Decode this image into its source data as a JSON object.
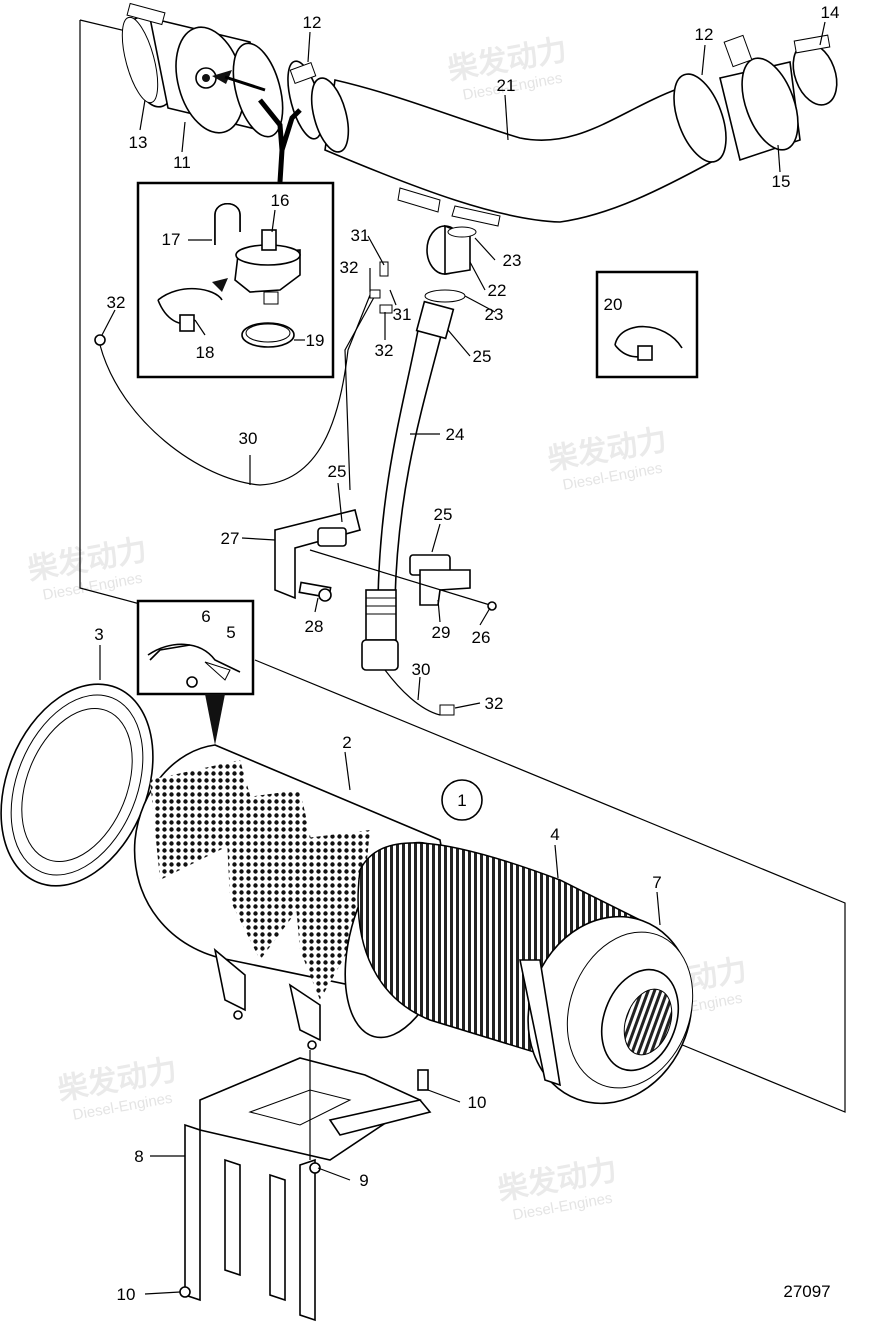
{
  "drawing_number": "27097",
  "watermark": {
    "brand_cn": "柴发动力",
    "brand_en": "Diesel-Engines"
  },
  "callouts": [
    {
      "id": "c1",
      "label": "1"
    },
    {
      "id": "c2",
      "label": "2"
    },
    {
      "id": "c3",
      "label": "3"
    },
    {
      "id": "c4",
      "label": "4"
    },
    {
      "id": "c5",
      "label": "5"
    },
    {
      "id": "c6",
      "label": "6"
    },
    {
      "id": "c7",
      "label": "7"
    },
    {
      "id": "c8",
      "label": "8"
    },
    {
      "id": "c9",
      "label": "9"
    },
    {
      "id": "c10a",
      "label": "10"
    },
    {
      "id": "c10b",
      "label": "10"
    },
    {
      "id": "c11",
      "label": "11"
    },
    {
      "id": "c12a",
      "label": "12"
    },
    {
      "id": "c12b",
      "label": "12"
    },
    {
      "id": "c13",
      "label": "13"
    },
    {
      "id": "c14",
      "label": "14"
    },
    {
      "id": "c15",
      "label": "15"
    },
    {
      "id": "c16",
      "label": "16"
    },
    {
      "id": "c17",
      "label": "17"
    },
    {
      "id": "c18",
      "label": "18"
    },
    {
      "id": "c19",
      "label": "19"
    },
    {
      "id": "c20",
      "label": "20"
    },
    {
      "id": "c21",
      "label": "21"
    },
    {
      "id": "c22",
      "label": "22"
    },
    {
      "id": "c23a",
      "label": "23"
    },
    {
      "id": "c23b",
      "label": "23"
    },
    {
      "id": "c24",
      "label": "24"
    },
    {
      "id": "c25a",
      "label": "25"
    },
    {
      "id": "c25b",
      "label": "25"
    },
    {
      "id": "c25c",
      "label": "25"
    },
    {
      "id": "c26",
      "label": "26"
    },
    {
      "id": "c27",
      "label": "27"
    },
    {
      "id": "c28",
      "label": "28"
    },
    {
      "id": "c29",
      "label": "29"
    },
    {
      "id": "c30a",
      "label": "30"
    },
    {
      "id": "c30b",
      "label": "30"
    },
    {
      "id": "c31a",
      "label": "31"
    },
    {
      "id": "c31b",
      "label": "31"
    },
    {
      "id": "c32a",
      "label": "32"
    },
    {
      "id": "c32b",
      "label": "32"
    },
    {
      "id": "c32c",
      "label": "32"
    },
    {
      "id": "c32d",
      "label": "32"
    }
  ]
}
